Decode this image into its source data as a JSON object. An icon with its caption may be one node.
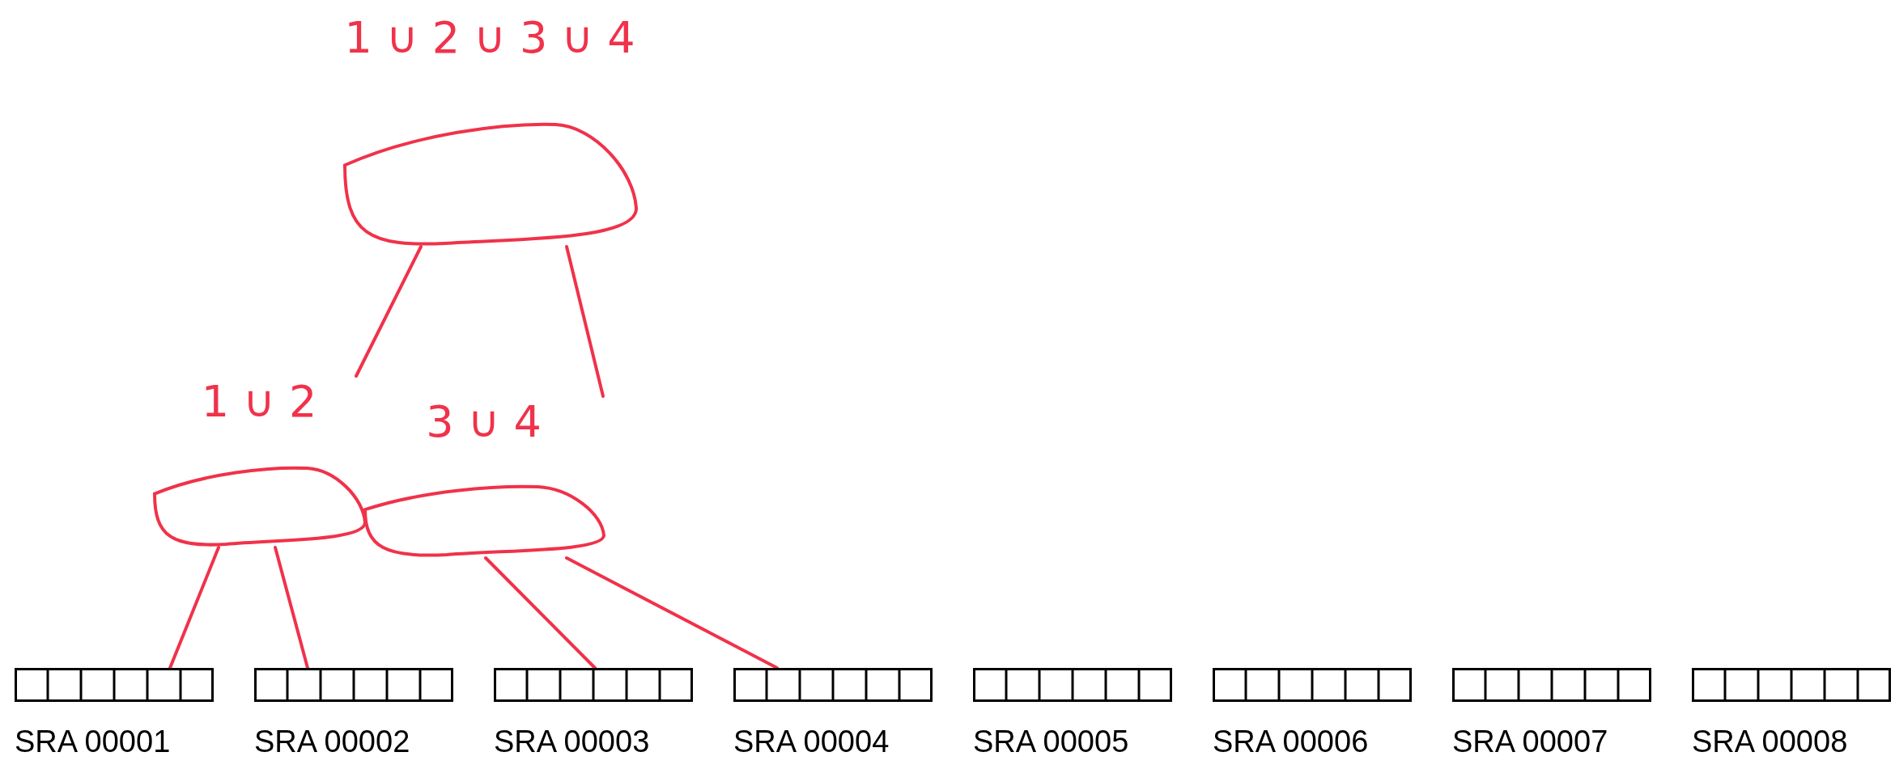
{
  "diagram": {
    "nodes": [
      {
        "text": [
          "1 ∪ 2 ∪ 3 ∪ 4"
        ]
      },
      {
        "text": [
          "1 ∪ 2"
        ]
      },
      {
        "text": [
          "3 ∪ 4"
        ]
      },
      {
        "text": [
          "SRA 00001"
        ]
      },
      {
        "text": [
          "SRA 00002"
        ]
      },
      {
        "text": [
          "SRA 00003"
        ]
      },
      {
        "text": [
          "SRA 00004"
        ]
      },
      {
        "text": [
          "SRA 00005"
        ]
      },
      {
        "text": [
          "SRA 00006"
        ]
      },
      {
        "text": [
          "SRA 00007"
        ]
      },
      {
        "text": [
          "SRA 00008"
        ]
      }
    ],
    "edges": [
      {
        "from": 0,
        "to": 1,
        "arrow": "none"
      },
      {
        "from": 0,
        "to": 2,
        "arrow": "none"
      },
      {
        "from": 1,
        "to": 3,
        "arrow": "none"
      },
      {
        "from": 1,
        "to": 4,
        "arrow": "none"
      },
      {
        "from": 2,
        "to": 5,
        "arrow": "none"
      },
      {
        "from": 2,
        "to": 6,
        "arrow": "none"
      }
    ]
  }
}
